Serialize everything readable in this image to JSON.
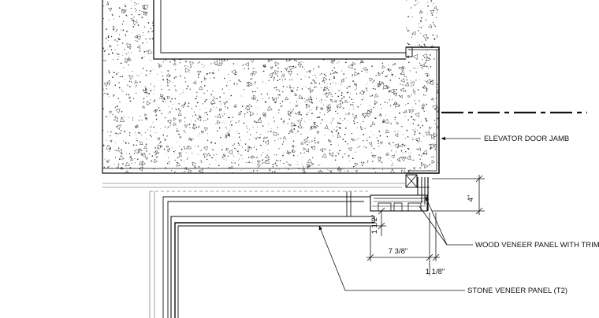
{
  "labels": {
    "elevator_door_jamb": "ELEVATOR DOOR JAMB",
    "wood_veneer_panel": "WOOD VENEER PANEL WITH TRIM",
    "stone_veneer_panel": "STONE VENEER PANEL (T2)"
  },
  "dimensions": {
    "height": "4\"",
    "offset": "1 1/2\"",
    "width": "7 3/8\"",
    "trim": "1 1/8\""
  },
  "colors": {
    "line": "#111111",
    "hidden_line": "#888888",
    "speckle": "#333333"
  }
}
